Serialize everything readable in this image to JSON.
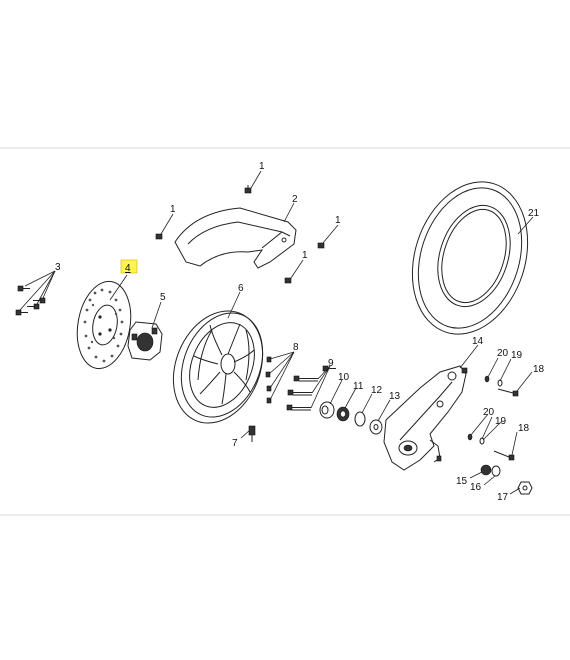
{
  "callouts": {
    "c1a": "1",
    "c1b": "1",
    "c1c": "1",
    "c1d": "1",
    "c2": "2",
    "c3": "3",
    "c4": "4",
    "c5": "5",
    "c6": "6",
    "c7": "7",
    "c8": "8",
    "c9": "9",
    "c10": "10",
    "c11": "11",
    "c12": "12",
    "c13": "13",
    "c14": "14",
    "c15": "15",
    "c16": "16",
    "c17": "17",
    "c18a": "18",
    "c18b": "18",
    "c19a": "19",
    "c19b": "19",
    "c20a": "20",
    "c20b": "20",
    "c21": "21"
  },
  "highlighted_part": "4",
  "colors": {
    "highlight": "#fff54d",
    "line": "#222222",
    "frame": "#d9d9d9"
  }
}
